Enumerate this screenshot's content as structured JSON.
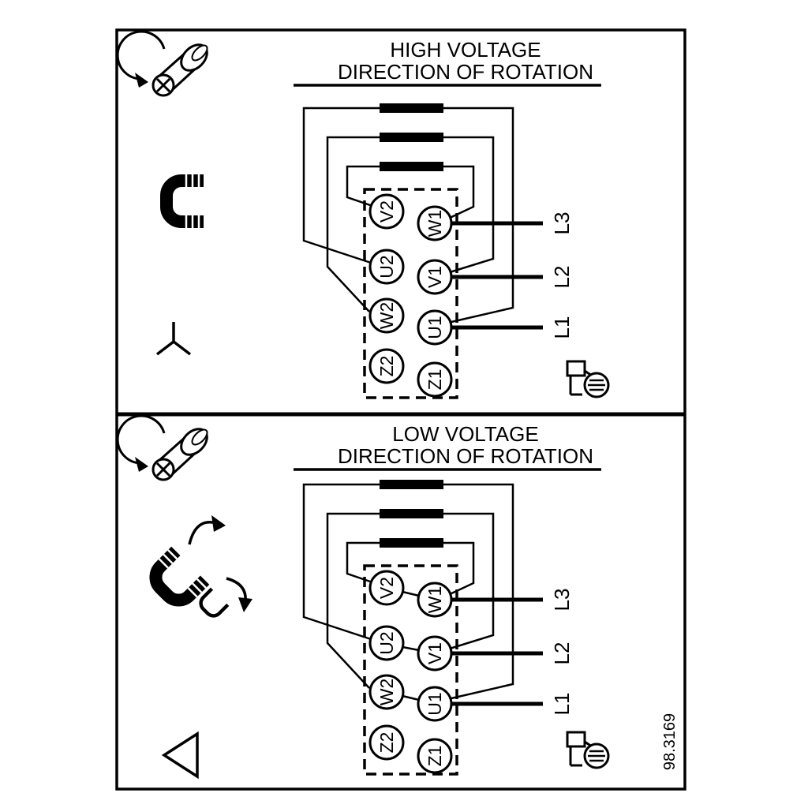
{
  "figure_number": "98.3169",
  "colors": {
    "line": "#000000",
    "background": "#ffffff",
    "bar_fill": "#000000"
  },
  "icons": {
    "screw_icon": "angled screw with counter-clockwise rotation arrow",
    "jumper_icon": "terminal jumper link (C-bracket)",
    "jumper_move_icon": "jumper links with reposition arrows",
    "star_symbol": "Y",
    "delta_symbol": "◁",
    "rotation_check_icon": "screw end with slot"
  },
  "panels": [
    {
      "id": "high-voltage",
      "title_line1": "HIGH VOLTAGE",
      "title_line2": "DIRECTION OF ROTATION",
      "connection": "star",
      "terminals_left": [
        "V2",
        "U2",
        "W2",
        "Z2"
      ],
      "terminals_right": [
        "W1",
        "V1",
        "U1",
        "Z1"
      ],
      "supply_lines": [
        "L3",
        "L2",
        "L1"
      ]
    },
    {
      "id": "low-voltage",
      "title_line1": "LOW VOLTAGE",
      "title_line2": "DIRECTION OF ROTATION",
      "connection": "delta",
      "terminals_left": [
        "V2",
        "U2",
        "W2",
        "Z2"
      ],
      "terminals_right": [
        "W1",
        "V1",
        "U1",
        "Z1"
      ],
      "supply_lines": [
        "L3",
        "L2",
        "L1"
      ]
    }
  ]
}
